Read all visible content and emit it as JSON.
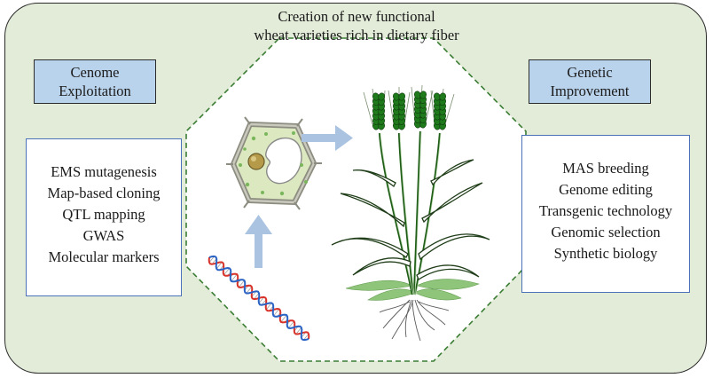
{
  "title": {
    "line1": "Creation of new functional",
    "line2": "wheat varieties rich in dietary fiber"
  },
  "left": {
    "header_line1": "Cenome",
    "header_line2": "Exploitation",
    "items": [
      "EMS mutagenesis",
      "Map-based cloning",
      "QTL mapping",
      "GWAS",
      "Molecular markers"
    ]
  },
  "right": {
    "header_line1": "Genetic",
    "header_line2": "Improvement",
    "items": [
      "MAS breeding",
      "Genome editing",
      "Transgenic technology",
      "Genomic selection",
      "Synthetic biology"
    ]
  },
  "colors": {
    "panel_bg": "#e3ecd9",
    "header_bg": "#bad3ec",
    "list_border": "#4b72b8",
    "arrow": "#a9c3e1",
    "leaf_dark": "#1f5e17",
    "leaf_light": "#8fc57a",
    "cell_fill": "#dce8c0",
    "dna_red": "#d8332a",
    "dna_blue": "#2a63c4"
  },
  "icons": [
    "plant-cell-icon",
    "dna-helix-icon",
    "wheat-plant-icon",
    "arrow-right-icon",
    "arrow-up-icon"
  ]
}
